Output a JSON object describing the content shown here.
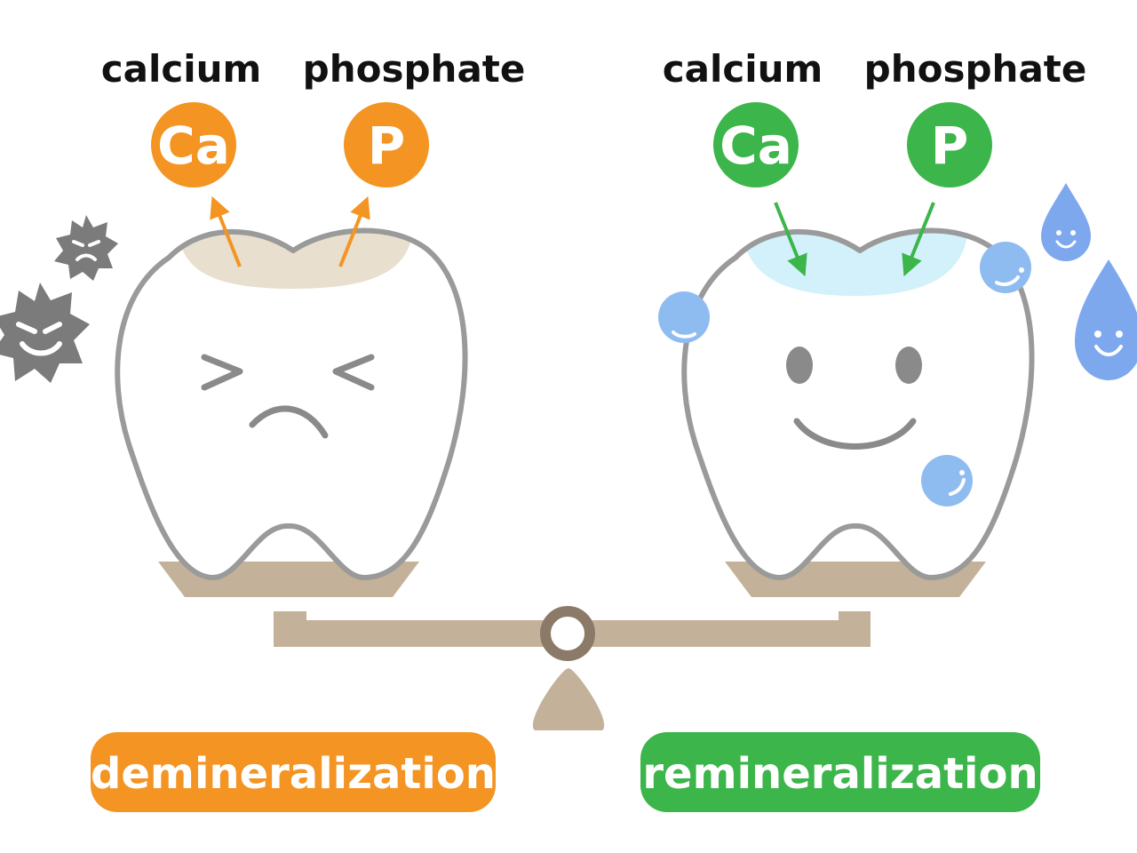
{
  "left": {
    "calcium_label": "calcium",
    "phosphate_label": "phosphate",
    "calcium_symbol": "Ca",
    "phosphate_symbol": "P",
    "process_label": "demineralization",
    "accent_color": "#f39423"
  },
  "right": {
    "calcium_label": "calcium",
    "phosphate_label": "phosphate",
    "calcium_symbol": "Ca",
    "phosphate_symbol": "P",
    "process_label": "remineralization",
    "accent_color": "#3cb54a"
  },
  "colors": {
    "tooth_outline": "#9a9a9a",
    "enamel_loss": "#e8dfcf",
    "enamel_gain": "#d2f1fa",
    "scale": "#c4b199",
    "pivot": "#8c7a68",
    "germ": "#7b7b7b",
    "bubble": "#8fbcf0",
    "droplet": "#7ea8ee"
  },
  "icons": {
    "germs": "germ-icon",
    "bubbles": "saliva-bubble-icon",
    "droplets": "water-drop-icon"
  }
}
